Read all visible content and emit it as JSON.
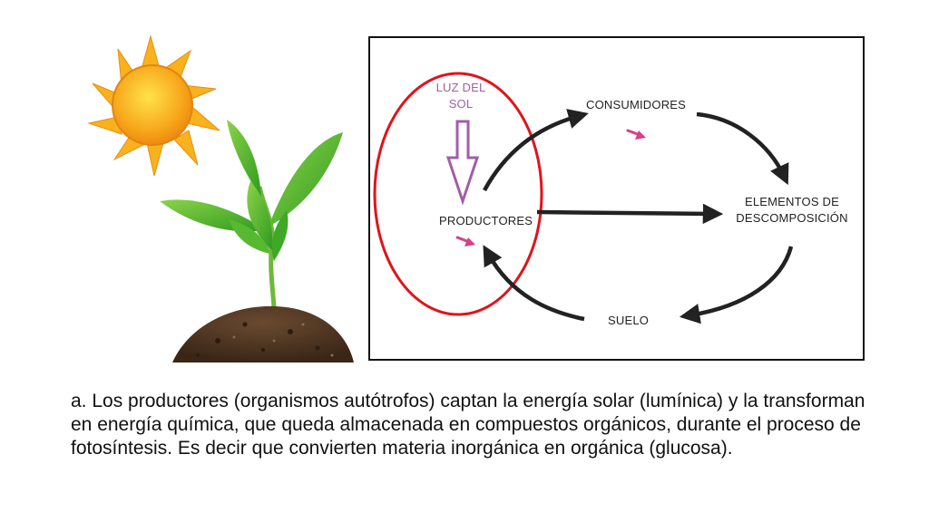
{
  "diagram": {
    "sun_label_line1": "LUZ DEL",
    "sun_label_line2": "SOL",
    "consumers": "CONSUMIDORES",
    "producers": "PRODUCTORES",
    "decomposers_line1": "ELEMENTOS DE",
    "decomposers_line2": "DESCOMPOSICIÓN",
    "soil": "SUELO"
  },
  "caption": {
    "text": "a. Los productores (organismos autótrofos) captan la energía solar (lumínica) y la transforman en energía química, que queda almacenada en compuestos orgánicos, durante el proceso de fotosíntesis. Es decir que convierten materia inorgánica en orgánica (glucosa)."
  },
  "colors": {
    "highlight_ellipse": "#e0141b",
    "sun_arrow": "#a15ea8",
    "pink_marker": "#d63f8a",
    "cycle_arrows": "#222222"
  }
}
